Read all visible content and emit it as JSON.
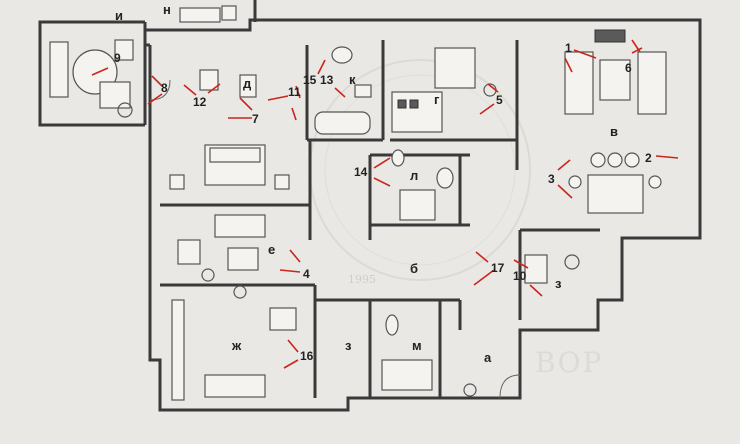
{
  "rooms": {
    "a": "а",
    "b": "б",
    "v": "в",
    "g": "г",
    "d": "д",
    "e": "е",
    "zh": "ж",
    "z1": "з",
    "z2": "з",
    "i": "и",
    "k": "к",
    "l": "л",
    "m": "м",
    "n": "н"
  },
  "callouts": [
    "1",
    "2",
    "3",
    "4",
    "5",
    "6",
    "7",
    "8",
    "9",
    "10",
    "11",
    "12",
    "13",
    "14",
    "15",
    "16",
    "17"
  ],
  "watermark": {
    "year": "1995",
    "brand": "ВОР"
  },
  "colors": {
    "wall": "#3a3a3a",
    "callout_line": "#c8261e",
    "paper": "#e9e8e4"
  }
}
